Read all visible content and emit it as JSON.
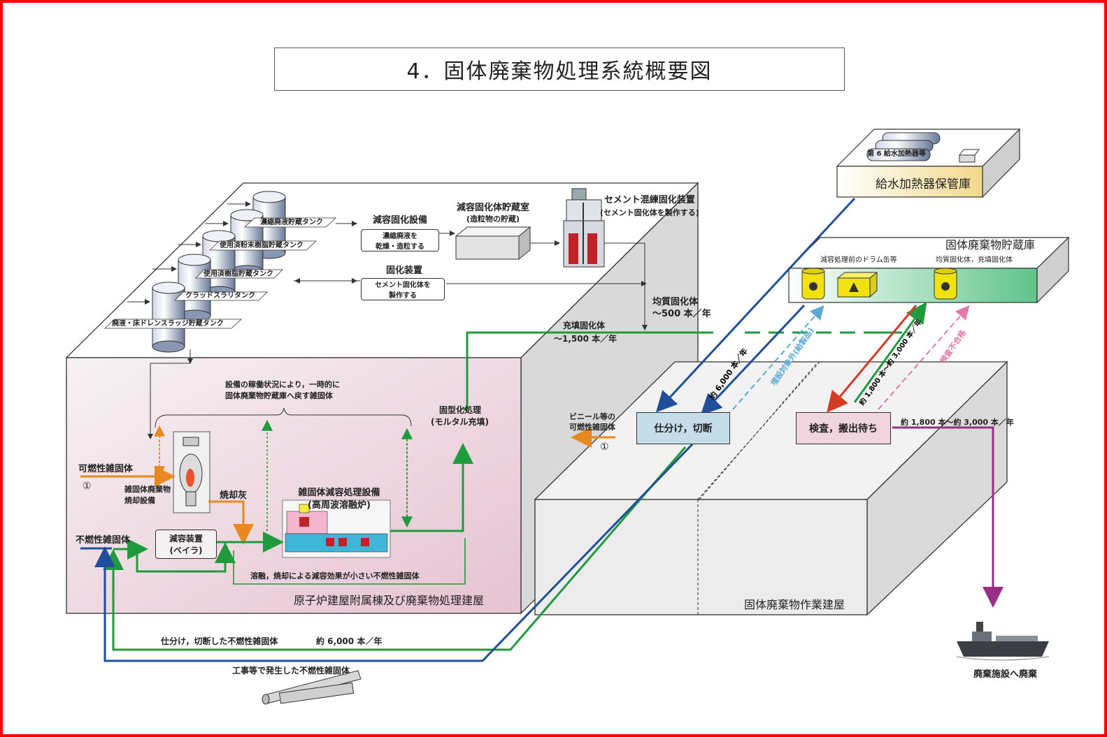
{
  "title": "4．固体廃棄物処理系統概要図",
  "tanks": {
    "t1": "濃縮廃液貯蔵タンク",
    "t2": "使用済粉末樹脂貯蔵タンク",
    "t3": "使用済樹脂貯蔵タンク",
    "t4": "クラッドスラリタンク",
    "t5": "廃液・床ドレンスラッジ貯蔵タンク"
  },
  "volume_reduction_solidification": {
    "title": "減容固化設備",
    "desc1": "濃縮廃液を",
    "desc2": "乾燥・造粒する"
  },
  "solidification_device": {
    "title": "固化装置",
    "desc1": "セメント固化体を",
    "desc2": "製作する"
  },
  "storage_room": {
    "title": "減容固化体貯蔵室",
    "sub": "(造粒物の貯蔵)"
  },
  "cement_device": {
    "title": "セメント混練固化装置",
    "sub": "(セメント固化体を製作する)"
  },
  "homogeneous": {
    "label": "均質固化体",
    "amount": "～500 本／年"
  },
  "filled": {
    "label": "充填固化体",
    "amount": "～1,500 本／年"
  },
  "temporary_note": {
    "line1": "設備の稼働状況により，一時的に",
    "line2": "固体廃棄物貯蔵庫へ戻す雑固体"
  },
  "mortar": {
    "line1": "固型化処理",
    "line2": "(モルタル充填)"
  },
  "combustible": {
    "label": "可燃性雑固体",
    "num": "①"
  },
  "incinerator": {
    "line1": "雑固体廃棄物",
    "line2": "焼却設備"
  },
  "ash": "焼却灰",
  "melter": {
    "line1": "雑固体減容処理設備",
    "line2": "(高周波溶融炉)"
  },
  "noncombustible": "不燃性雑固体",
  "baler": {
    "line1": "減容装置",
    "line2": "(ベイラ)"
  },
  "low_effect_note": "溶融，焼却による減容効果が小さい不燃性雑固体",
  "reactor_building": "原子炉建屋附属棟及び廃棄物処理建屋",
  "heater_storage": {
    "title": "給水加熱器保管庫",
    "item": "第 6 給水加熱器等"
  },
  "solid_storage": {
    "title": "固体廃棄物貯蔵庫",
    "drum_label": "減容処理前のドラム缶等",
    "solid_label": "均質固化体，充填固化体"
  },
  "sorting": "仕分け，切断",
  "inspection": "検査，搬出待ち",
  "vinyl": {
    "line1": "ビニール等の",
    "line2": "可燃性雑固体",
    "num": "①"
  },
  "work_building": "固体廃棄物作業建屋",
  "flows": {
    "sort_6000": "約 6,000 本／年",
    "exempt": "埋設対象外(給製品)",
    "insp_range": "約 1,800 本～約 3,000 本／年",
    "insp_fail": "検査不合格",
    "out_range": "約 1,800 本～約 3,000 本／年"
  },
  "cut_nonburn": "仕分け，切断した不燃性雑固体",
  "cut_amount": "約 6,000 本／年",
  "construction": "工事等で発生した不燃性雑固体",
  "disposal": "廃棄施設へ廃棄",
  "colors": {
    "blue": "#1f4e9a",
    "green": "#1f9a3c",
    "orange": "#e8891f",
    "red": "#d43a25",
    "purple": "#9a2e86",
    "light_blue": "#5aa9d6",
    "pink": "#e07aa8"
  }
}
